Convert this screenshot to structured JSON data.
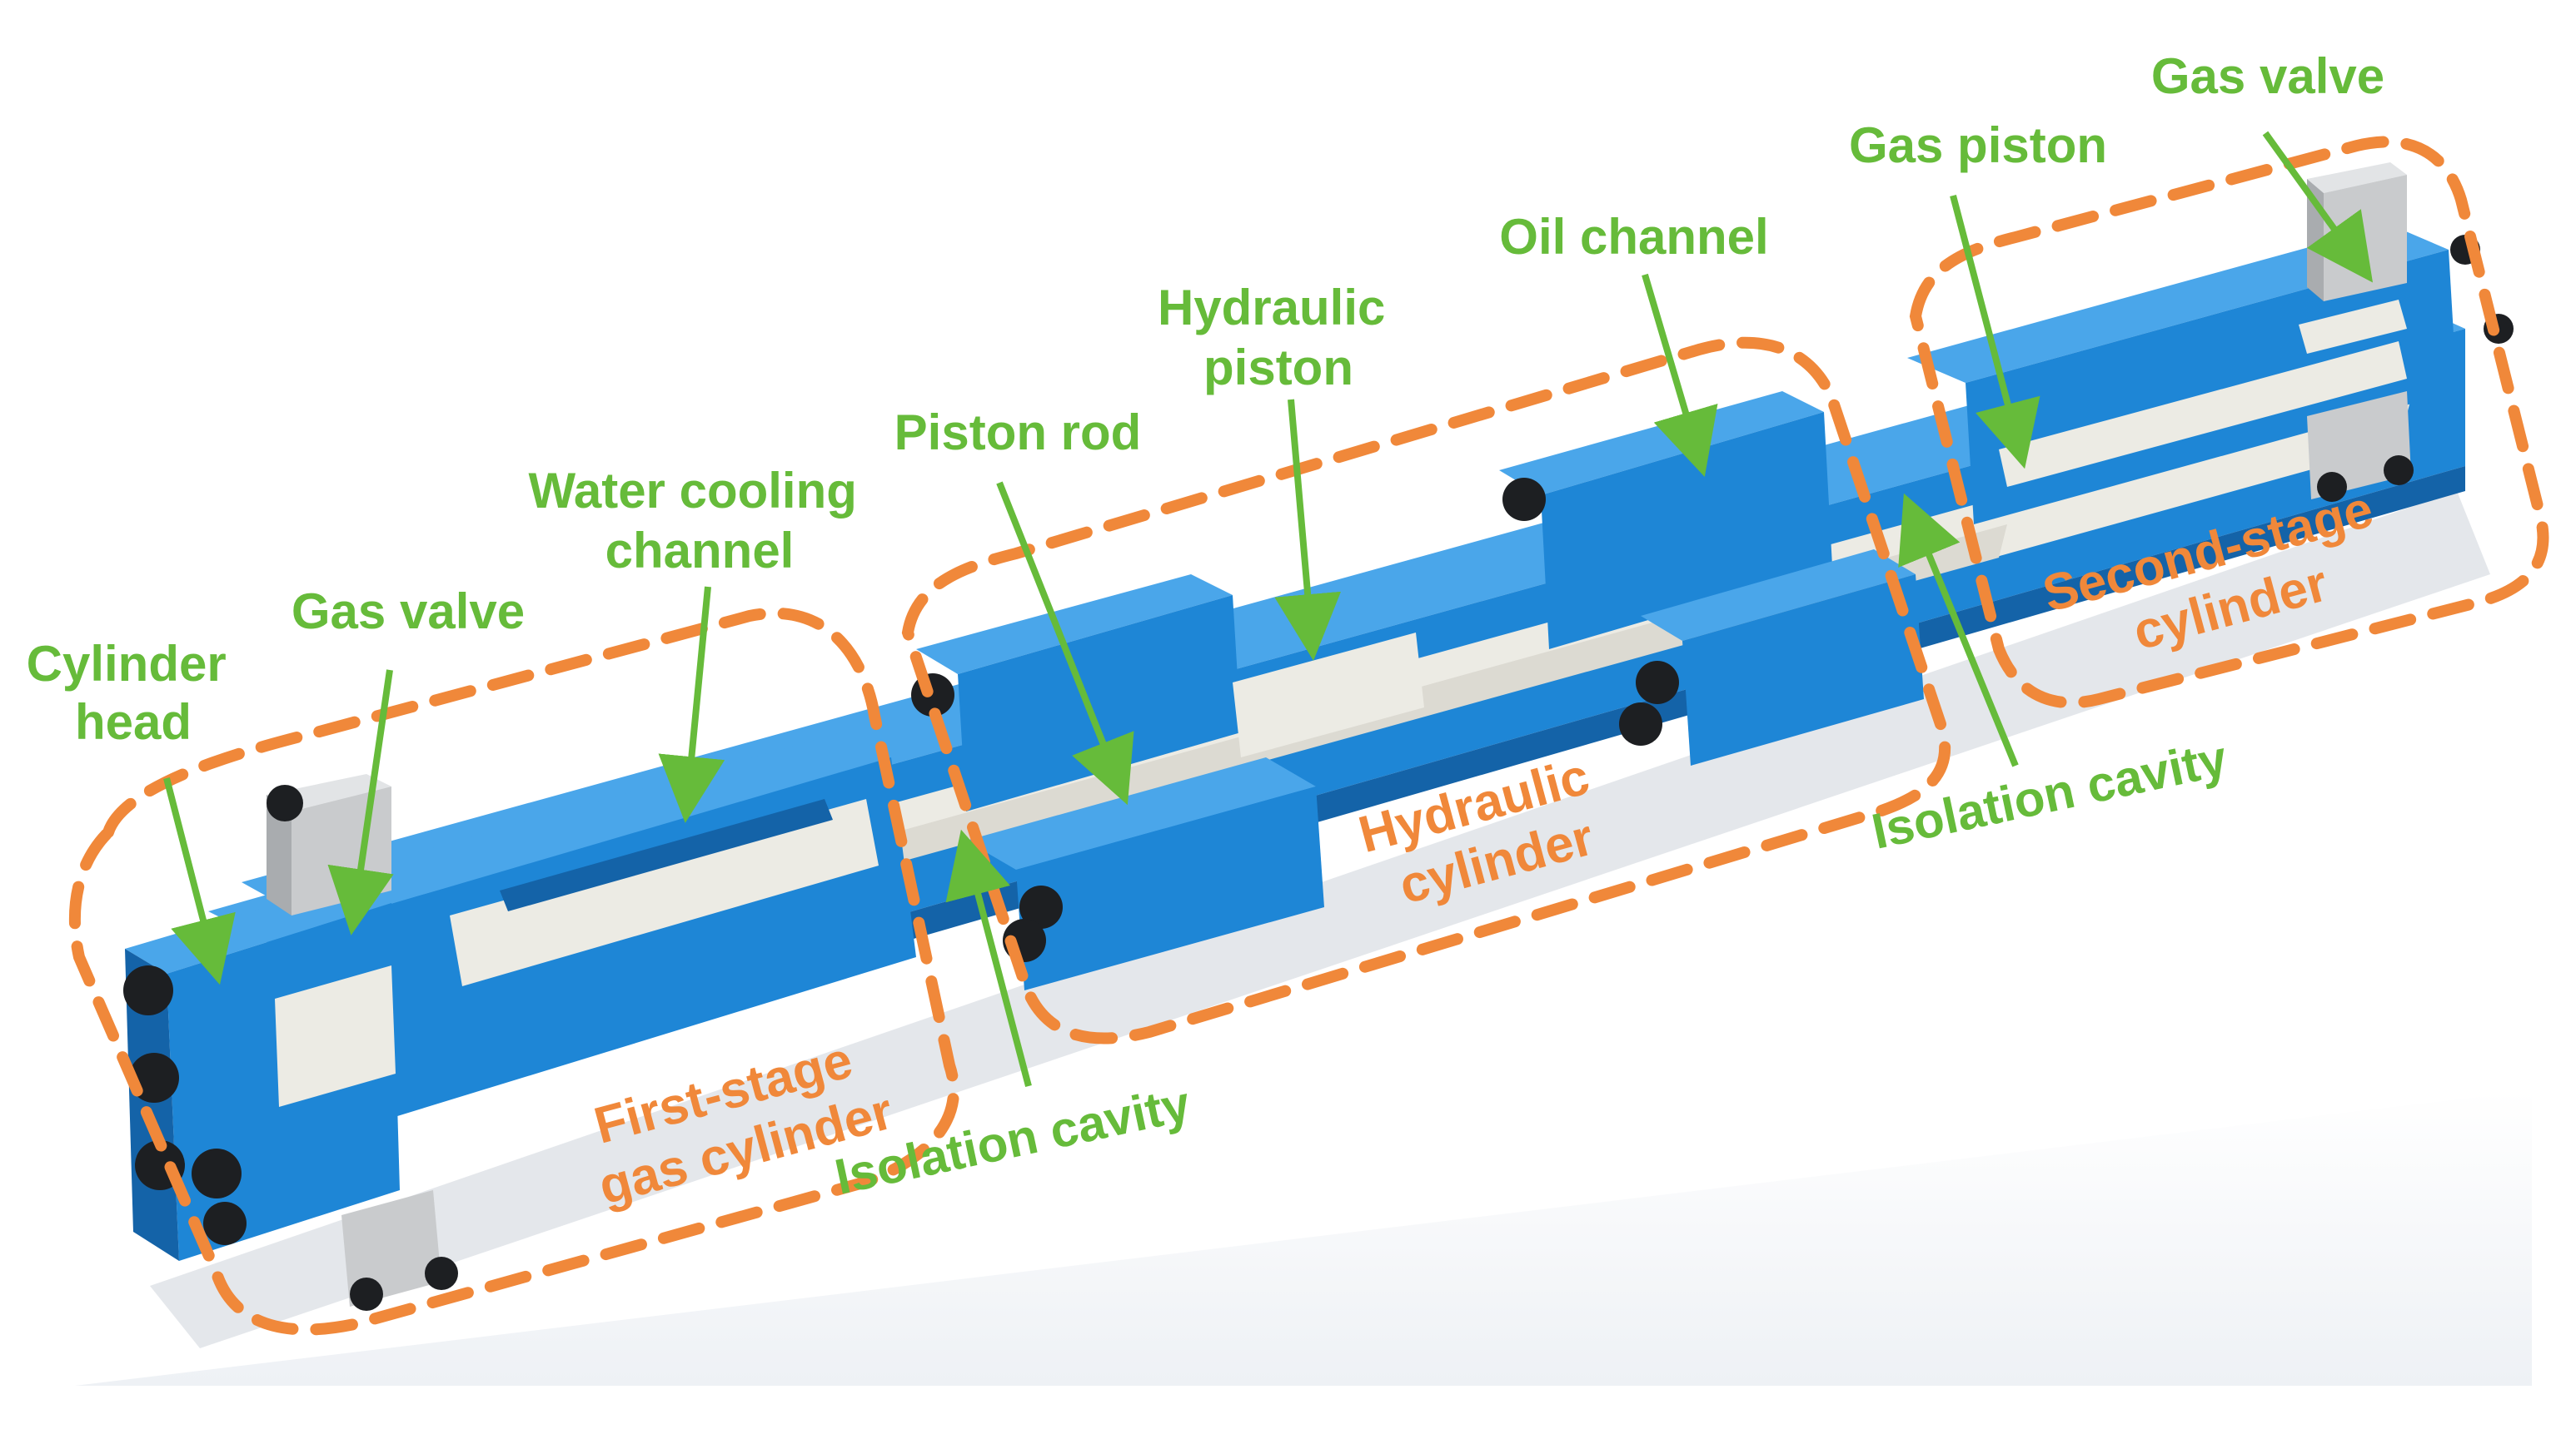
{
  "colors": {
    "label_green": "#66bb3a",
    "group_orange": "#f0883a",
    "body_blue": "#1e86d6",
    "body_blue_dark": "#1463a8",
    "body_blue_light": "#4aa6ea",
    "bore_white": "#ecebe4",
    "bolt_black": "#1d1f22",
    "valve_grey": "#c9cbcd"
  },
  "icons": {
    "pointer": "arrow-icon",
    "bolt": "hex-bolt-icon",
    "valve": "gas-valve-icon"
  },
  "part_labels": {
    "cylinder_head": [
      "Cylinder",
      "head"
    ],
    "gas_valve_left": [
      "Gas valve"
    ],
    "water_cooling_channel": [
      "Water cooling",
      "channel"
    ],
    "piston_rod": [
      "Piston rod"
    ],
    "hydraulic_piston": [
      "Hydraulic",
      "piston"
    ],
    "oil_channel": [
      "Oil channel"
    ],
    "gas_piston": [
      "Gas piston"
    ],
    "gas_valve_right": [
      "Gas valve"
    ],
    "isolation_cavity_left": [
      "Isolation cavity"
    ],
    "isolation_cavity_right": [
      "Isolation cavity"
    ]
  },
  "group_labels": {
    "first_stage": [
      "First-stage",
      "gas cylinder"
    ],
    "hydraulic": [
      "Hydraulic",
      "cylinder"
    ],
    "second_stage": [
      "Second-stage",
      "cylinder"
    ]
  }
}
